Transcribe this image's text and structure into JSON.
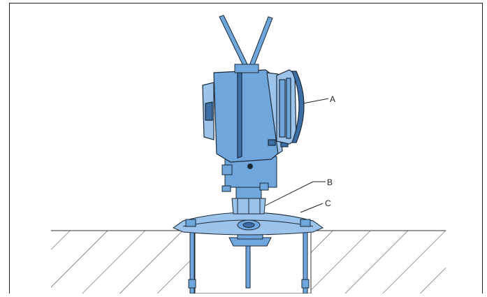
{
  "figure": {
    "labels": {
      "a": "A",
      "b": "B",
      "c": "C"
    },
    "colors": {
      "device_fill": "#6fa6dc",
      "device_light": "#9cc3ea",
      "device_dark": "#3b6fa6",
      "outline": "#1a2a3a",
      "hatch": "#333333",
      "frame": "#222222"
    }
  }
}
